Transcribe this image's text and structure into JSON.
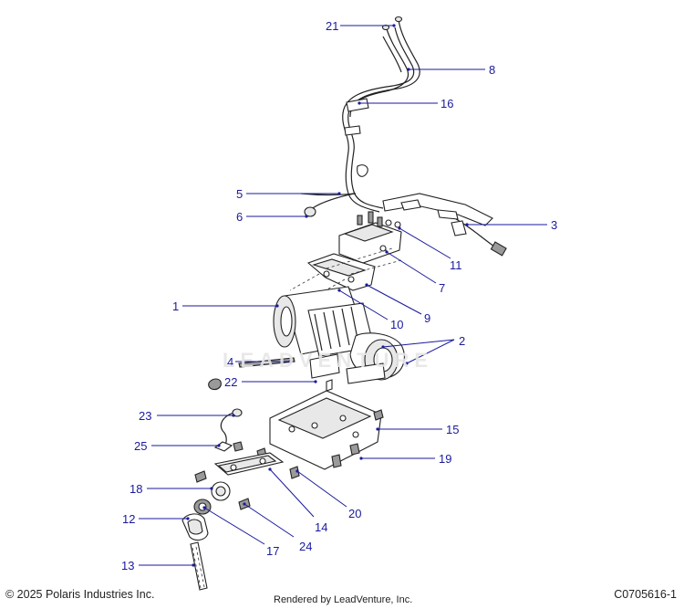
{
  "callouts": [
    {
      "id": "21",
      "label": "21"
    },
    {
      "id": "8",
      "label": "8"
    },
    {
      "id": "16",
      "label": "16"
    },
    {
      "id": "5",
      "label": "5"
    },
    {
      "id": "6",
      "label": "6"
    },
    {
      "id": "3",
      "label": "3"
    },
    {
      "id": "11",
      "label": "11"
    },
    {
      "id": "7",
      "label": "7"
    },
    {
      "id": "9",
      "label": "9"
    },
    {
      "id": "1",
      "label": "1"
    },
    {
      "id": "10",
      "label": "10"
    },
    {
      "id": "2",
      "label": "2"
    },
    {
      "id": "4",
      "label": "4"
    },
    {
      "id": "22",
      "label": "22"
    },
    {
      "id": "23",
      "label": "23"
    },
    {
      "id": "15",
      "label": "15"
    },
    {
      "id": "25",
      "label": "25"
    },
    {
      "id": "19",
      "label": "19"
    },
    {
      "id": "18",
      "label": "18"
    },
    {
      "id": "20",
      "label": "20"
    },
    {
      "id": "12",
      "label": "12"
    },
    {
      "id": "14",
      "label": "14"
    },
    {
      "id": "24",
      "label": "24"
    },
    {
      "id": "17",
      "label": "17"
    },
    {
      "id": "13",
      "label": "13"
    }
  ],
  "footer": {
    "copyright": "© 2025 Polaris Industries Inc.",
    "rendered_by": "Rendered by LeadVenture, Inc.",
    "drawing_id": "C0705616-1"
  },
  "watermark": "LEADVENTURE",
  "colors": {
    "callout": "#1a1a9c",
    "line_art": "#222222"
  }
}
